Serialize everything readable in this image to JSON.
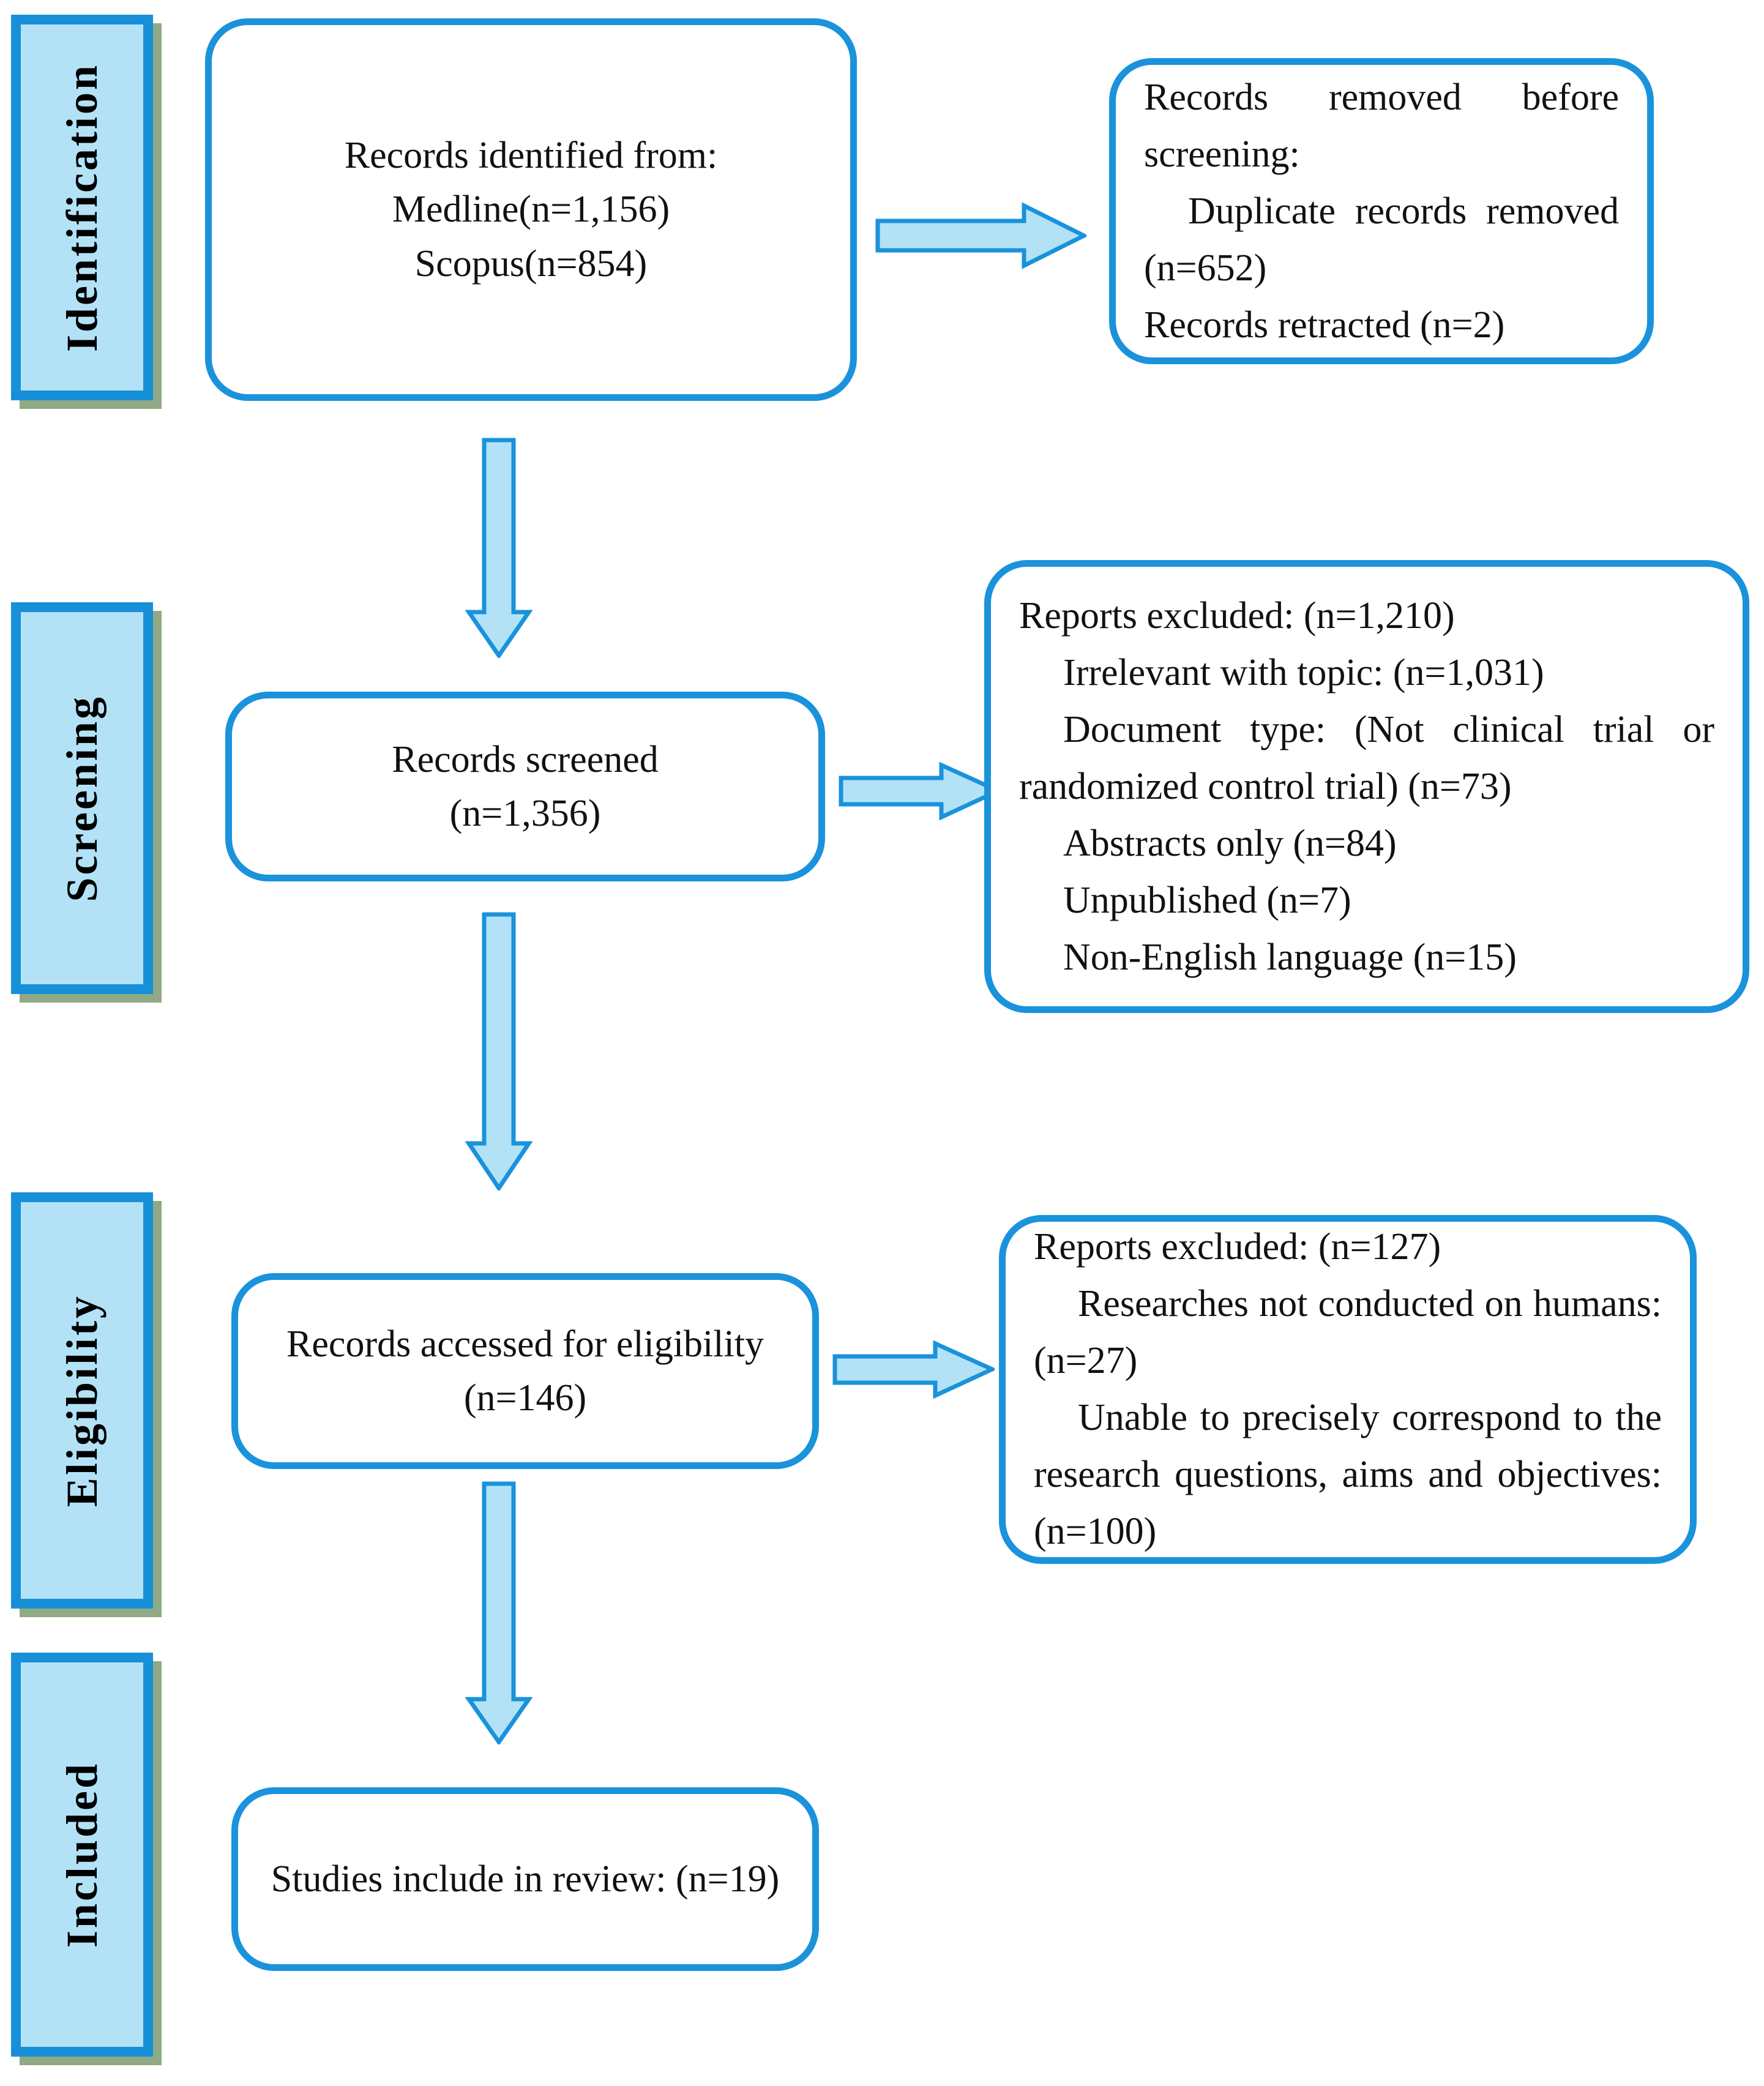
{
  "diagram": {
    "title": "PRISMA flow diagram",
    "colors": {
      "box_border": "#1a92dc",
      "box_fill": "#ffffff",
      "label_fill": "#b3e2f7",
      "label_border": "#1790d8",
      "label_shadow": "#8faa84",
      "arrow_fill": "#b3e2f7",
      "arrow_stroke": "#1a92dc",
      "text": "#111111"
    }
  },
  "stages": [
    {
      "key": "identification",
      "label": "Identification"
    },
    {
      "key": "screening",
      "label": "Screening"
    },
    {
      "key": "eligibility",
      "label": "Eligibility"
    },
    {
      "key": "included",
      "label": "Included"
    }
  ],
  "boxes": {
    "identified": {
      "lines": [
        "Records identified from:",
        "Medline(n=1,156)",
        "Scopus(n=854)"
      ]
    },
    "removed_before_screening": {
      "paragraphs": [
        "Records removed before screening:",
        "Duplicate records removed (n=652)",
        "Records retracted (n=2)"
      ]
    },
    "screened": {
      "lines": [
        "Records screened",
        "(n=1,356)"
      ]
    },
    "excluded_screening": {
      "paragraphs": [
        "Reports excluded: (n=1,210)",
        "Irrelevant with topic: (n=1,031)",
        "Document type: (Not clinical trial or randomized control trial) (n=73)",
        "Abstracts only (n=84)",
        "Unpublished (n=7)",
        "Non-English language (n=15)"
      ]
    },
    "eligibility_assessed": {
      "lines": [
        "Records accessed for eligibility",
        "(n=146)"
      ]
    },
    "excluded_eligibility": {
      "paragraphs": [
        "Reports excluded: (n=127)",
        "Researches not conducted on humans: (n=27)",
        "Unable to precisely correspond to the research questions, aims and objectives: (n=100)"
      ]
    },
    "included_studies": {
      "lines": [
        "Studies include in review: (n=19)"
      ]
    }
  },
  "arrows": [
    {
      "key": "identified-to-removed",
      "direction": "right"
    },
    {
      "key": "identified-to-screened",
      "direction": "down"
    },
    {
      "key": "screened-to-excluded",
      "direction": "right"
    },
    {
      "key": "screened-to-eligibility",
      "direction": "down"
    },
    {
      "key": "eligibility-to-excluded",
      "direction": "right"
    },
    {
      "key": "eligibility-to-included",
      "direction": "down"
    }
  ]
}
